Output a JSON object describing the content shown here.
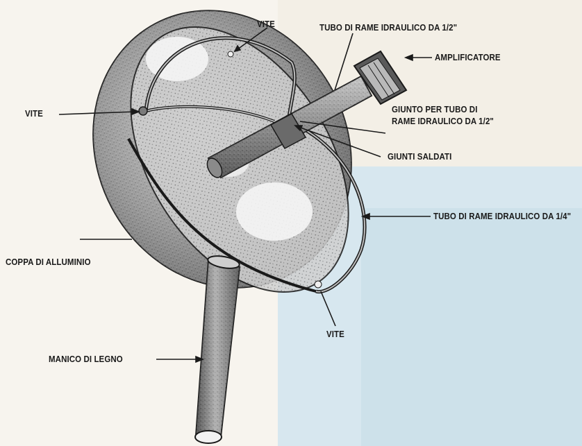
{
  "labels": {
    "vite_top": "VITE",
    "vite_left": "VITE",
    "vite_bottom": "VITE",
    "tubo_12": "TUBO DI RAME IDRAULICO DA 1/2\"",
    "amplificatore": "AMPLIFICATORE",
    "giunto_line1": "GIUNTO PER TUBO DI",
    "giunto_line2": "RAME IDRAULICO DA 1/2\"",
    "giunti_saldati": "GIUNTI SALDATI",
    "tubo_14": "TUBO DI RAME IDRAULICO DA 1/4\"",
    "coppa": "COPPA DI ALLUMINIO",
    "manico": "MANICO DI LEGNO"
  },
  "colors": {
    "ink": "#1a1a1a",
    "paper": "#f7f4ee",
    "panel_blue": "#cfe2ec",
    "panel_blue_light": "#dcebf2"
  }
}
